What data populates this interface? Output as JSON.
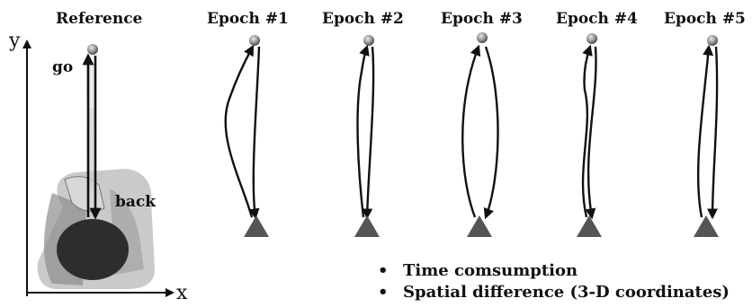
{
  "labels": {
    "reference": "Reference",
    "go": "go",
    "back": "back",
    "axis_x": "x",
    "axis_y": "y"
  },
  "epochs": [
    {
      "title": "Epoch #1"
    },
    {
      "title": "Epoch #2"
    },
    {
      "title": "Epoch #3"
    },
    {
      "title": "Epoch #4"
    },
    {
      "title": "Epoch #5"
    }
  ],
  "bullets": [
    "Time comsumption",
    "Spatial difference (3-D coordinates)"
  ],
  "colors": {
    "marker_top": "#8c8c8c",
    "marker_bottom": "#555555",
    "figure_gray": "#9a9a9a"
  }
}
